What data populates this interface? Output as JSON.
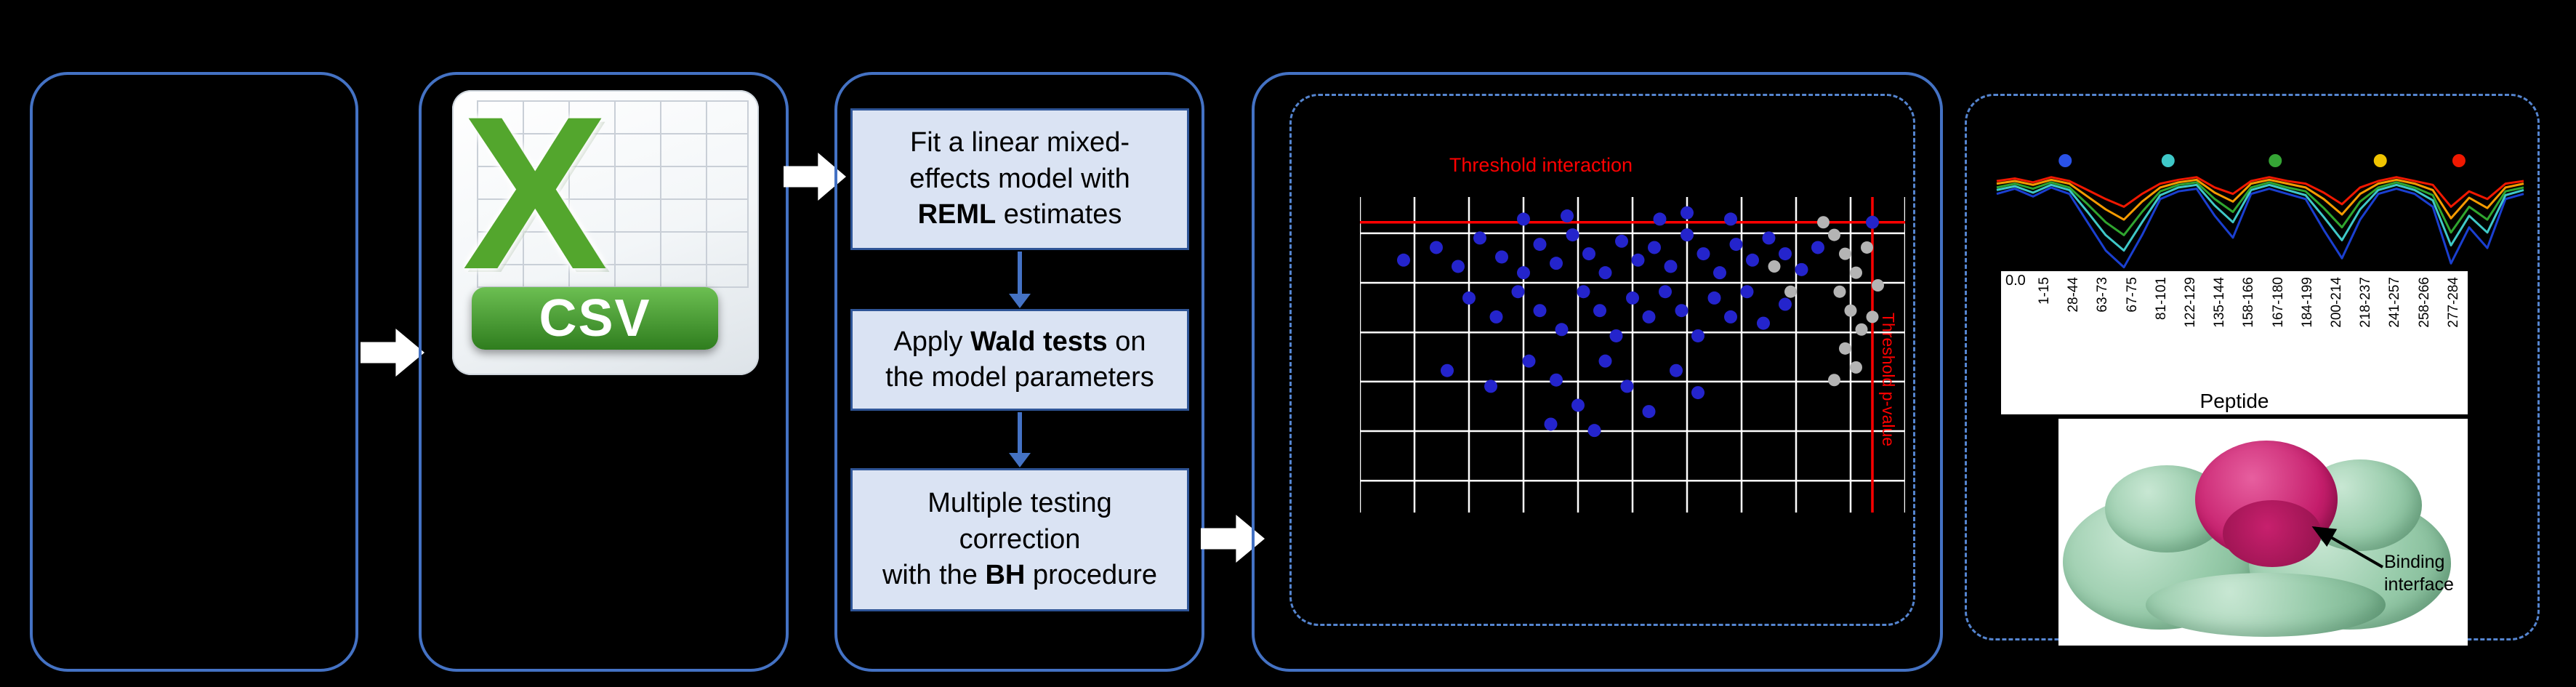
{
  "figure": {
    "bg": "#000000",
    "panel_border": "#4472c4",
    "dashed_border": "#5585d0"
  },
  "csv_icon": {
    "letter": "X",
    "label": "CSV"
  },
  "flow": {
    "boxes": [
      {
        "pre": "Fit a linear mixed-\neffects model with\n",
        "bold": "REML",
        "post": " estimates"
      },
      {
        "pre": "Apply ",
        "bold": "Wald tests",
        "post": " on\nthe model parameters"
      },
      {
        "pre": "Multiple testing\ncorrection\nwith the ",
        "bold": "BH",
        "post": " procedure"
      }
    ]
  },
  "scatter": {
    "type": "scatter",
    "title": "Threshold interaction",
    "side_label": "Threshold p-value",
    "grid_cols": 10,
    "hline_rows_pct": [
      11.5,
      27.2,
      42.9,
      58.5,
      74.2,
      89.9
    ],
    "red_hline_pct": 8,
    "red_vline_pct": 94,
    "colors": {
      "grid": "#ffffff",
      "threshold": "#ff0000",
      "sig": "#2424cc",
      "nonsig": "#b4b4b4"
    },
    "blue_points": [
      [
        30,
        7
      ],
      [
        38,
        6
      ],
      [
        55,
        7
      ],
      [
        60,
        5
      ],
      [
        68,
        7
      ],
      [
        94,
        8
      ],
      [
        8,
        20
      ],
      [
        14,
        16
      ],
      [
        18,
        22
      ],
      [
        22,
        13
      ],
      [
        26,
        19
      ],
      [
        30,
        24
      ],
      [
        33,
        15
      ],
      [
        36,
        21
      ],
      [
        39,
        12
      ],
      [
        42,
        18
      ],
      [
        45,
        24
      ],
      [
        48,
        14
      ],
      [
        51,
        20
      ],
      [
        54,
        16
      ],
      [
        57,
        22
      ],
      [
        60,
        12
      ],
      [
        63,
        18
      ],
      [
        66,
        24
      ],
      [
        69,
        15
      ],
      [
        72,
        20
      ],
      [
        75,
        13
      ],
      [
        78,
        18
      ],
      [
        81,
        23
      ],
      [
        84,
        16
      ],
      [
        20,
        32
      ],
      [
        25,
        38
      ],
      [
        29,
        30
      ],
      [
        33,
        36
      ],
      [
        37,
        42
      ],
      [
        41,
        30
      ],
      [
        44,
        36
      ],
      [
        47,
        44
      ],
      [
        50,
        32
      ],
      [
        53,
        38
      ],
      [
        56,
        30
      ],
      [
        59,
        36
      ],
      [
        62,
        44
      ],
      [
        65,
        32
      ],
      [
        68,
        38
      ],
      [
        71,
        30
      ],
      [
        74,
        40
      ],
      [
        78,
        34
      ],
      [
        16,
        55
      ],
      [
        24,
        60
      ],
      [
        31,
        52
      ],
      [
        36,
        58
      ],
      [
        40,
        66
      ],
      [
        45,
        52
      ],
      [
        49,
        60
      ],
      [
        53,
        68
      ],
      [
        58,
        55
      ],
      [
        62,
        62
      ],
      [
        35,
        72
      ],
      [
        43,
        74
      ]
    ],
    "gray_points": [
      [
        87,
        12
      ],
      [
        89,
        18
      ],
      [
        91,
        24
      ],
      [
        88,
        30
      ],
      [
        90,
        36
      ],
      [
        92,
        42
      ],
      [
        89,
        48
      ],
      [
        91,
        54
      ],
      [
        87,
        58
      ],
      [
        93,
        16
      ],
      [
        95,
        28
      ],
      [
        94,
        38
      ],
      [
        76,
        22
      ],
      [
        79,
        30
      ],
      [
        85,
        8
      ]
    ]
  },
  "profile_chart": {
    "type": "line",
    "legend_dots": [
      {
        "color": "#2a52e8",
        "x_pct": 13.8
      },
      {
        "color": "#3fc8c8",
        "x_pct": 32.9
      },
      {
        "color": "#35a535",
        "x_pct": 52.8
      },
      {
        "color": "#f0c400",
        "x_pct": 72.3
      },
      {
        "color": "#f01800",
        "x_pct": 86.9
      }
    ],
    "series": [
      {
        "name": "blue",
        "color": "#1a3fd0",
        "values": [
          36,
          32,
          38,
          31,
          36,
          58,
          80,
          93,
          68,
          40,
          34,
          32,
          53,
          70,
          36,
          32,
          36,
          40,
          64,
          86,
          56,
          36,
          32,
          36,
          46,
          90,
          62,
          78,
          40,
          36
        ]
      },
      {
        "name": "cyan",
        "color": "#3fc8c8",
        "values": [
          33,
          30,
          35,
          29,
          33,
          50,
          68,
          80,
          58,
          37,
          31,
          29,
          45,
          58,
          33,
          29,
          33,
          37,
          54,
          72,
          48,
          33,
          29,
          33,
          41,
          76,
          53,
          66,
          37,
          33
        ]
      },
      {
        "name": "green",
        "color": "#2fa52f",
        "values": [
          31,
          28,
          32,
          27,
          31,
          44,
          58,
          68,
          50,
          34,
          29,
          27,
          40,
          50,
          31,
          27,
          31,
          34,
          47,
          62,
          42,
          31,
          27,
          31,
          37,
          66,
          46,
          56,
          34,
          31
        ]
      },
      {
        "name": "orange",
        "color": "#f59b00",
        "values": [
          28,
          26,
          29,
          25,
          28,
          38,
          48,
          56,
          42,
          31,
          27,
          25,
          35,
          42,
          28,
          25,
          28,
          31,
          40,
          52,
          36,
          28,
          25,
          28,
          33,
          55,
          39,
          47,
          31,
          28
        ]
      },
      {
        "name": "red",
        "color": "#f01800",
        "values": [
          26,
          24,
          27,
          23,
          26,
          33,
          40,
          46,
          36,
          28,
          25,
          23,
          31,
          36,
          26,
          23,
          26,
          28,
          35,
          44,
          31,
          26,
          23,
          26,
          29,
          46,
          34,
          40,
          28,
          26
        ]
      }
    ]
  },
  "peptide_axis": {
    "ytick": "0.0",
    "labels": [
      "1-15",
      "28-44",
      "63-73",
      "67-75",
      "81-101",
      "122-129",
      "135-144",
      "158-166",
      "167-180",
      "184-199",
      "200-214",
      "218-237",
      "241-257",
      "258-266",
      "277-284"
    ],
    "xlabel": "Peptide"
  },
  "protein": {
    "caption_line1": "Binding",
    "caption_line2": "interface"
  }
}
